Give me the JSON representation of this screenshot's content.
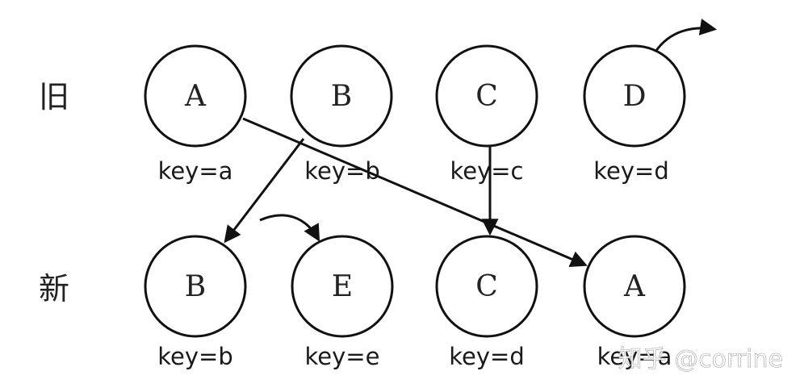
{
  "rows": {
    "old_label": "旧",
    "new_label": "新"
  },
  "old_nodes": [
    {
      "letter": "A",
      "key": "key=a"
    },
    {
      "letter": "B",
      "key": "key=b"
    },
    {
      "letter": "C",
      "key": "key=c"
    },
    {
      "letter": "D",
      "key": "key=d"
    }
  ],
  "new_nodes": [
    {
      "letter": "B",
      "key": "key=b"
    },
    {
      "letter": "E",
      "key": "key=e"
    },
    {
      "letter": "C",
      "key": "key=d"
    },
    {
      "letter": "A",
      "key": "key=a"
    }
  ],
  "watermark": "知乎 @corrine"
}
